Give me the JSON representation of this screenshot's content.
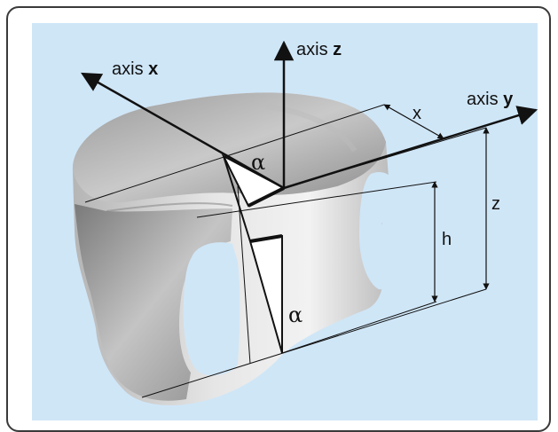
{
  "colors": {
    "background": "#cfe6f7",
    "frame": "#3a3a3a",
    "axis": "#111111",
    "bone_light": "#d8d8d8",
    "bone_mid": "#a9a9a9",
    "bone_dark": "#6e6e6e"
  },
  "axes": {
    "x": {
      "prefix": "axis",
      "letter": "x"
    },
    "y": {
      "prefix": "axis",
      "letter": "y"
    },
    "z": {
      "prefix": "axis",
      "letter": "z"
    }
  },
  "dimensions": {
    "x": "x",
    "z": "z",
    "h": "h"
  },
  "angles": {
    "top": "α",
    "bottom": "α"
  }
}
